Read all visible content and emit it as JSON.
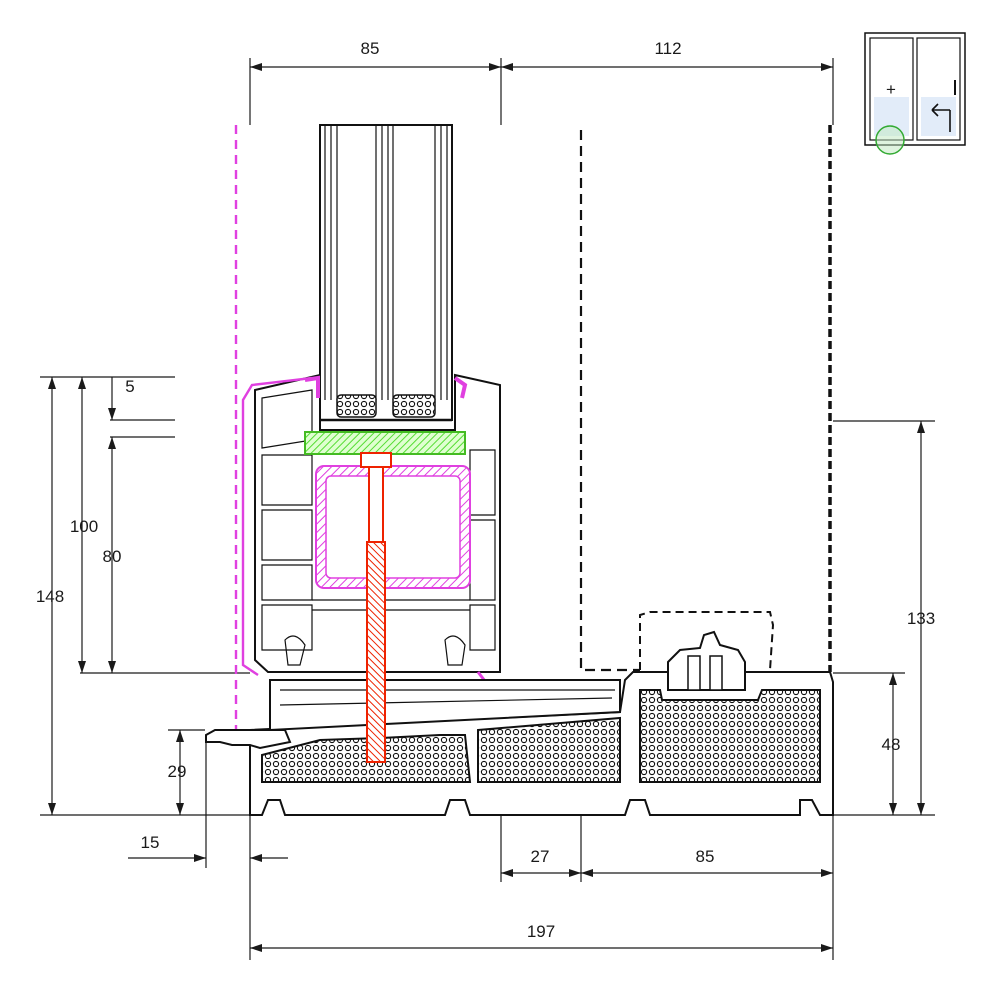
{
  "diagram": {
    "dimensions": {
      "top_left": "85",
      "top_right": "112",
      "left_5": "5",
      "left_100": "100",
      "left_80": "80",
      "left_148": "148",
      "left_29": "29",
      "bottom_15": "15",
      "bottom_27": "27",
      "bottom_85": "85",
      "bottom_197": "197",
      "right_133": "133",
      "right_48": "48"
    },
    "legend_icon": {
      "sash_symbol": "+"
    },
    "colors": {
      "line": "#111111",
      "magenta": "#e040e0",
      "green": "#55dd33",
      "red": "#ee2200",
      "glass": "#cfe0f5"
    }
  }
}
